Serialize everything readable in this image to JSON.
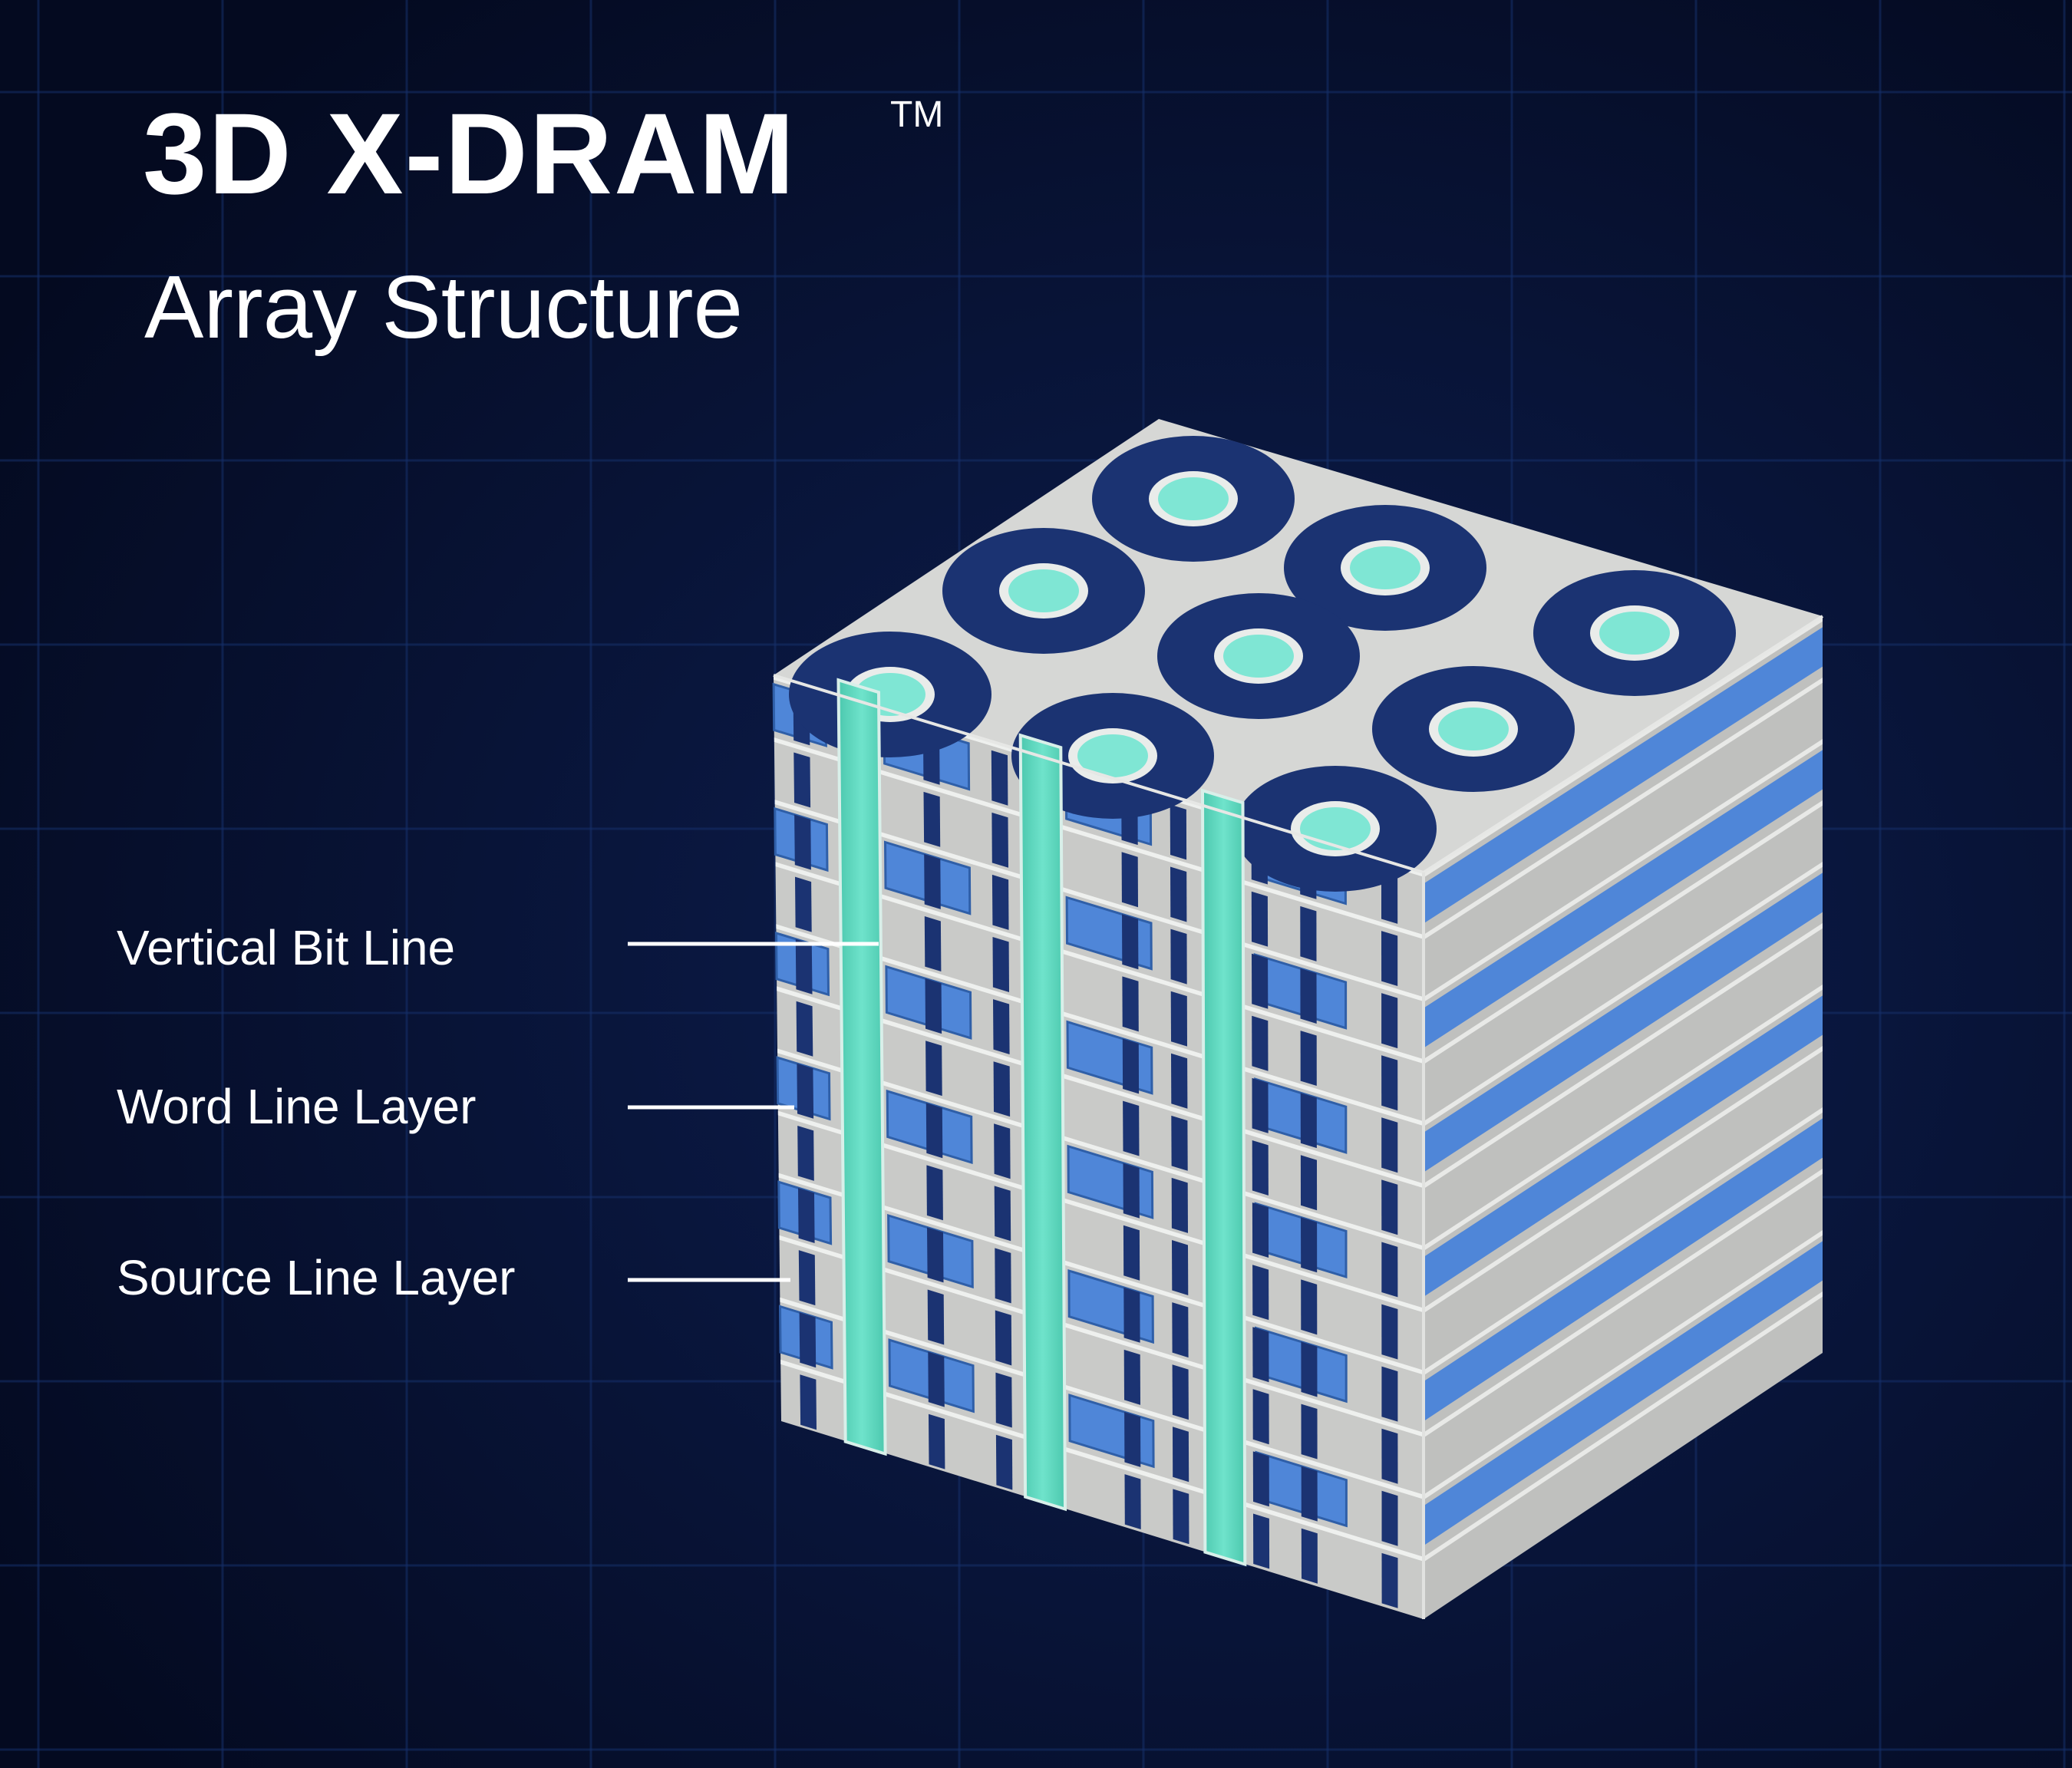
{
  "title": "3D X-DRAM",
  "trademark": "TM",
  "subtitle": "Array Structure",
  "labels": {
    "bit_line": "Vertical Bit Line",
    "word_line": "Word Line Layer",
    "source_line": "Source Line Layer"
  },
  "colors": {
    "background": "#07102e",
    "grid": "#16306a",
    "insulator_light": "#d3d4d2",
    "insulator_side": "#b4b6b3",
    "word_line": "#4f86d8",
    "word_line_dark": "#2a5fb4",
    "channel_dark": "#1b3372",
    "bit_line": "#5fd9c0",
    "bit_line_top": "#7fe6d4",
    "text": "#ffffff"
  }
}
